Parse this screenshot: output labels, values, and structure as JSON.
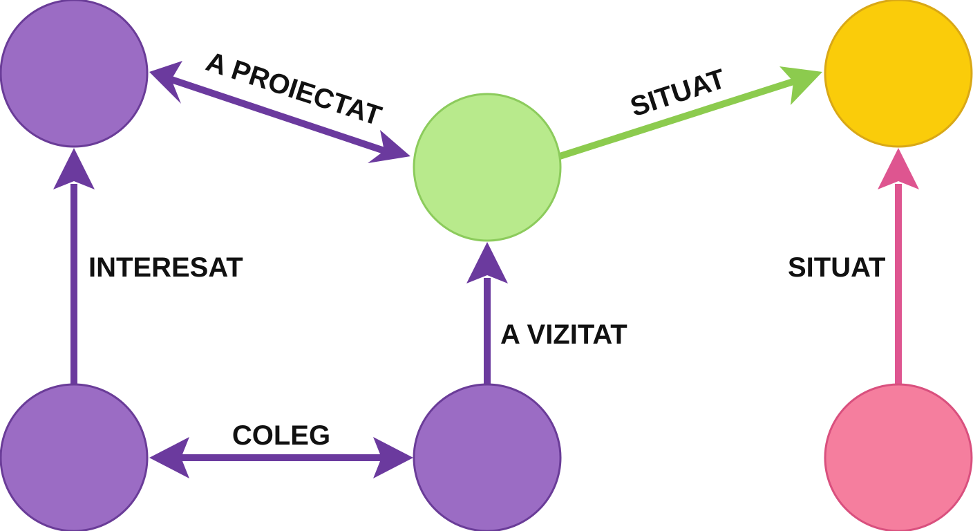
{
  "colors": {
    "purple_node": "#9B6CC4",
    "purple_stroke": "#6A3C98",
    "purple_edge": "#6B3A9E",
    "green_node": "#B8EA8C",
    "green_stroke": "#8CCB5C",
    "green_edge": "#8CCB4E",
    "yellow_node": "#FACC0A",
    "yellow_stroke": "#D9A816",
    "pink_node": "#F57E9E",
    "pink_stroke": "#D9507E",
    "pink_edge": "#DE5590"
  },
  "nodes": [
    {
      "id": "node-top-left",
      "color": "purple"
    },
    {
      "id": "node-center",
      "color": "green"
    },
    {
      "id": "node-top-right",
      "color": "yellow"
    },
    {
      "id": "node-bottom-left",
      "color": "purple"
    },
    {
      "id": "node-bottom-center",
      "color": "purple"
    },
    {
      "id": "node-bottom-right",
      "color": "pink"
    }
  ],
  "edges": [
    {
      "from": "node-top-left",
      "to": "node-center",
      "label": "A PROIECTAT",
      "bidirectional": true,
      "color": "purple"
    },
    {
      "from": "node-center",
      "to": "node-top-right",
      "label": "SITUAT",
      "bidirectional": false,
      "color": "green"
    },
    {
      "from": "node-bottom-left",
      "to": "node-top-left",
      "label": "INTERESAT",
      "bidirectional": false,
      "color": "purple"
    },
    {
      "from": "node-bottom-center",
      "to": "node-center",
      "label": "A VIZITAT",
      "bidirectional": false,
      "color": "purple"
    },
    {
      "from": "node-bottom-right",
      "to": "node-top-right",
      "label": "SITUAT",
      "bidirectional": false,
      "color": "pink"
    },
    {
      "from": "node-bottom-left",
      "to": "node-bottom-center",
      "label": "COLEG",
      "bidirectional": true,
      "color": "purple"
    }
  ]
}
